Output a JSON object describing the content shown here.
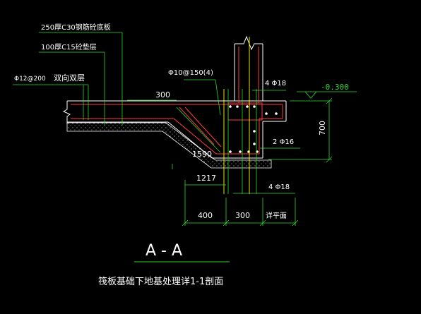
{
  "canvas_bg": "#000000",
  "colors": {
    "concrete": "#ffffff",
    "rebar": "#ff3b3b",
    "leader": "#2ed82e",
    "dim_line": "#2ed82e",
    "hatch": "#cfcfcf",
    "axis": "#ffff00",
    "text": "#ffffff",
    "level_text": "#2ed82e"
  },
  "labels": {
    "slab_layer": "250厚C30钢筋砼底板",
    "cushion_layer": "100厚C15砼垫层",
    "slab_rebar": "Φ12@200",
    "slab_rebar_desc": "双向双层",
    "stirrup": "Φ10@150(4)",
    "top_bars": "4 Φ18",
    "side_bars": "2 Φ16",
    "bottom_bars": "4 Φ18",
    "level": "-0.300",
    "dim_300_top": "300",
    "dim_700": "700",
    "dim_1590": "1590",
    "dim_1217": "1217",
    "dim_400": "400",
    "dim_300_bottom": "300",
    "dim_ref": "详平面",
    "section_title": "A - A",
    "caption": "筏板基础下地基处理详1-1剖面"
  }
}
